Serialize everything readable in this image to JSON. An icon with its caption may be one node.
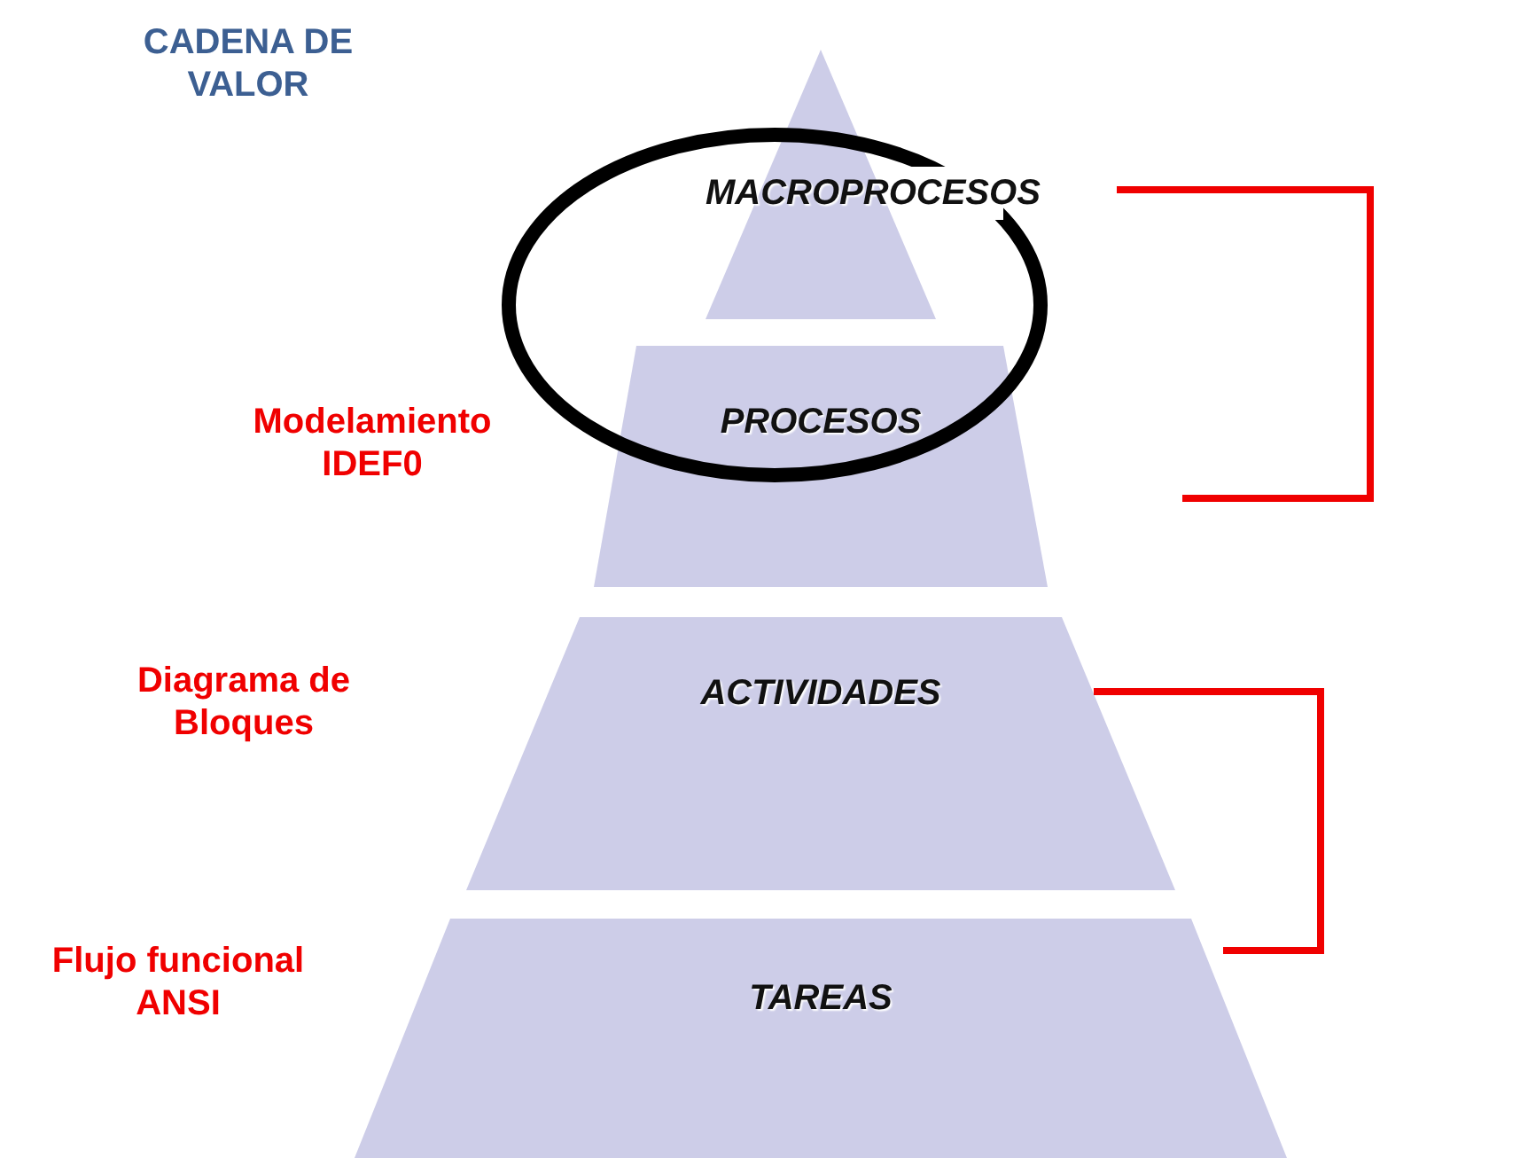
{
  "diagram": {
    "title": "CADENA DE VALOR",
    "nodes": [
      {
        "text": [
          "MACROPROCESOS"
        ]
      },
      {
        "text": [
          "PROCESOS"
        ]
      },
      {
        "text": [
          "ACTIVIDADES"
        ]
      },
      {
        "text": [
          "TAREAS"
        ]
      }
    ],
    "labels": [
      "Modelamiento IDEF0",
      "Diagrama de Bloques",
      "Flujo funcional ANSI"
    ]
  }
}
